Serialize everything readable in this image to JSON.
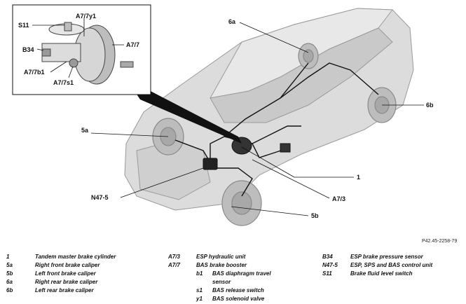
{
  "callouts": {
    "s11": "S11",
    "a7_7y1": "A7/7y1",
    "a7_7": "A7/7",
    "b34": "B34",
    "a7_7b1": "A7/7b1",
    "a7_7s1": "A7/7s1",
    "c6a": "6a",
    "c6b": "6b",
    "c5a": "5a",
    "c1": "1",
    "n47_5": "N47-5",
    "a7_3": "A7/3",
    "c5b": "5b"
  },
  "figure_ref": "P42.45-2258-79",
  "legend": {
    "col1": [
      {
        "code": "1",
        "text": "Tandem master brake cylinder"
      },
      {
        "code": "5a",
        "text": "Right front brake caliper"
      },
      {
        "code": "5b",
        "text": "Left front brake caliper"
      },
      {
        "code": "6a",
        "text": "Right rear brake caliper"
      },
      {
        "code": "6b",
        "text": "Left rear brake caliper"
      }
    ],
    "col2": [
      {
        "code": "A7/3",
        "text": "ESP hydraulic unit"
      },
      {
        "code": "A7/7",
        "text": "BAS brake booster"
      },
      {
        "sub": "b1",
        "text": "BAS diaphragm travel"
      },
      {
        "text": "sensor"
      },
      {
        "sub": "s1",
        "text": "BAS release switch"
      },
      {
        "sub": "y1",
        "text": "BAS solenoid valve"
      }
    ],
    "col3": [
      {
        "code": "B34",
        "text": "ESP brake pressure sensor"
      },
      {
        "code": "N47-5",
        "text": "ESP, SPS and BAS control unit"
      },
      {
        "code": "S11",
        "text": "Brake fluid level switch"
      }
    ]
  }
}
